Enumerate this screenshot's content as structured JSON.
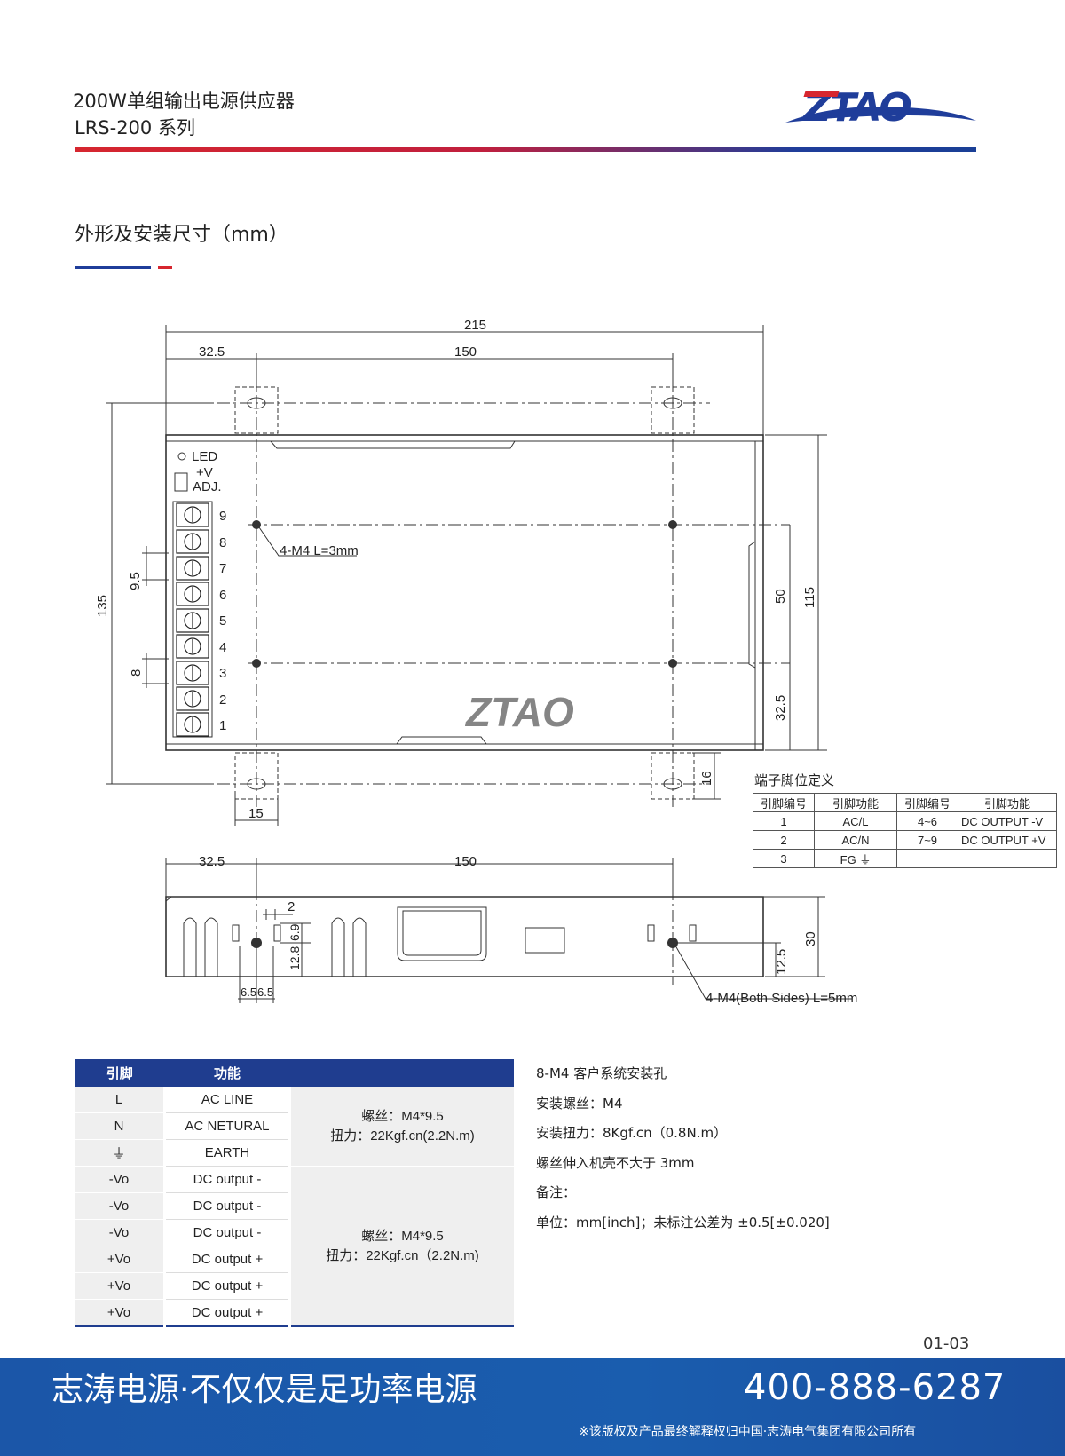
{
  "header": {
    "title": "200W单组输出电源供应器",
    "subtitle": "LRS-200 系列",
    "brand": "ZTAO",
    "brand_colors": {
      "red": "#d6262f",
      "blue": "#1f3d9a"
    }
  },
  "section": {
    "title": "外形及安装尺寸（mm）"
  },
  "drawing": {
    "top_dims": {
      "total": "215",
      "left_offset": "32.5",
      "hole_span": "150"
    },
    "height_dim": "135",
    "right_dims": {
      "d50": "50",
      "d115": "115",
      "d325": "32.5",
      "d16": "16"
    },
    "bottom_tab": "15",
    "terminal_pitch": "9.5",
    "terminal_height": "8",
    "labels": {
      "led": "LED",
      "v": "+V",
      "adj": "ADJ.",
      "hole_note": "4-M4 L=3mm"
    },
    "terminal_numbers": [
      "9",
      "8",
      "7",
      "6",
      "5",
      "4",
      "3",
      "2",
      "1"
    ],
    "watermark": "ZTAO",
    "side_dims": {
      "left_offset": "32.5",
      "hole_span": "150",
      "d2": "2",
      "d69": "6.9",
      "d128": "12.8",
      "d65a": "6.5",
      "d65b": "6.5",
      "d125": "12.5",
      "d30": "30"
    },
    "side_note": "4-M4(Both Sides) L=5mm"
  },
  "pin_definition": {
    "title": "端子脚位定义",
    "headers": [
      "引脚编号",
      "引脚功能",
      "引脚编号",
      "引脚功能"
    ],
    "rows": [
      [
        "1",
        "AC/L",
        "4~6",
        "DC OUTPUT -V"
      ],
      [
        "2",
        "AC/N",
        "7~9",
        "DC OUTPUT +V"
      ],
      [
        "3",
        "FG ⏚",
        "",
        ""
      ]
    ]
  },
  "spec_table": {
    "headers": [
      "引脚",
      "功能"
    ],
    "rows": [
      {
        "pin": "L",
        "func": "AC LINE"
      },
      {
        "pin": "N",
        "func": "AC NETURAL"
      },
      {
        "pin": "⏚",
        "func": "EARTH"
      },
      {
        "pin": "-Vo",
        "func": "DC output -"
      },
      {
        "pin": "-Vo",
        "func": "DC output -"
      },
      {
        "pin": "-Vo",
        "func": "DC output -"
      },
      {
        "pin": "+Vo",
        "func": "DC output +"
      },
      {
        "pin": "+Vo",
        "func": "DC output +"
      },
      {
        "pin": "+Vo",
        "func": "DC output +"
      }
    ],
    "group1": {
      "line1": "螺丝：M4*9.5",
      "line2": "扭力：22Kgf.cn(2.2N.m)"
    },
    "group2": {
      "line1": "螺丝：M4*9.5",
      "line2": "扭力：22Kgf.cn（2.2N.m)"
    }
  },
  "notes": [
    "8-M4 客户系统安装孔",
    "安装螺丝：M4",
    "安装扭力：8Kgf.cn（0.8N.m）",
    "螺丝伸入机壳不大于 3mm",
    "备注：",
    "单位：mm[inch]；未标注公差为 ±0.5[±0.020]"
  ],
  "page_number": "01-03",
  "footer": {
    "slogan": "志涛电源·不仅仅是足功率电源",
    "phone": "400-888-6287",
    "copyright": "※该版权及产品最终解释权归中国·志涛电气集团有限公司所有"
  }
}
